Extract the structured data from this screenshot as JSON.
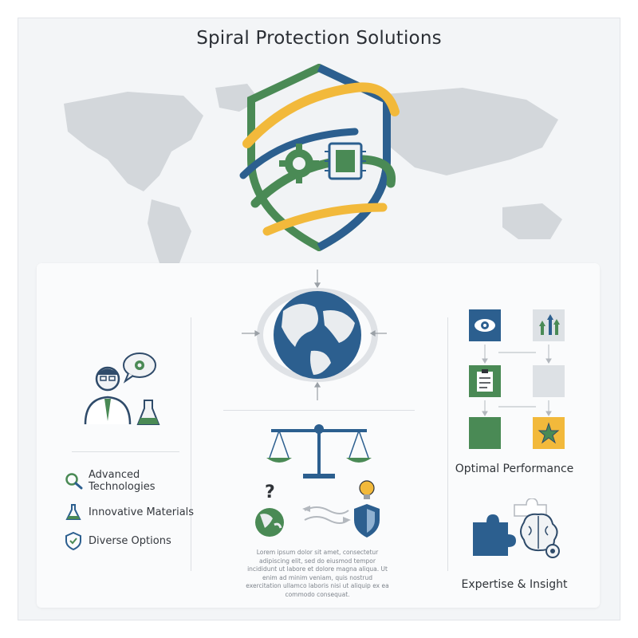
{
  "title": "Spiral Protection Solutions",
  "left_list": [
    {
      "label": "Advanced Technologies",
      "icon": "magnifier-icon"
    },
    {
      "label": "Innovative Materials",
      "icon": "flask-icon"
    },
    {
      "label": "Diverse Options",
      "icon": "shield-check-icon"
    }
  ],
  "right": {
    "optimal_label": "Optimal Performance",
    "expertise_label": "Expertise & Insight"
  },
  "lorem_text": "Lorem ipsum dolor sit amet, consectetur adipiscing elit, sed do eiusmod tempor incididunt ut labore et dolore magna aliqua. Ut enim ad minim veniam, quis nostrud exercitation ullamco laboris nisi ut aliquip ex ea commodo consequat.",
  "colors": {
    "navy": "#2c5f8f",
    "green": "#4a8a55",
    "yellow": "#f2b93b",
    "gray": "#dde1e5"
  }
}
